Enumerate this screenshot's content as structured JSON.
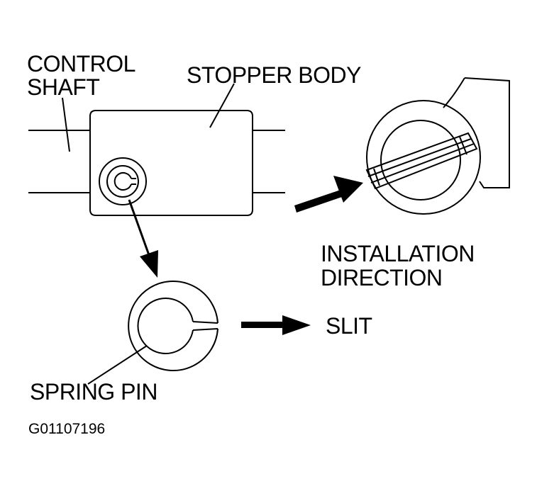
{
  "labels": {
    "control_shaft_line1": "CONTROL",
    "control_shaft_line2": "SHAFT",
    "stopper_body": "STOPPER BODY",
    "installation_line1": "INSTALLATION",
    "installation_line2": "DIRECTION",
    "slit": "SLIT",
    "spring_pin": "SPRING PIN",
    "figure_id": "G01107196"
  },
  "colors": {
    "ink": "#000000",
    "background": "#ffffff"
  }
}
